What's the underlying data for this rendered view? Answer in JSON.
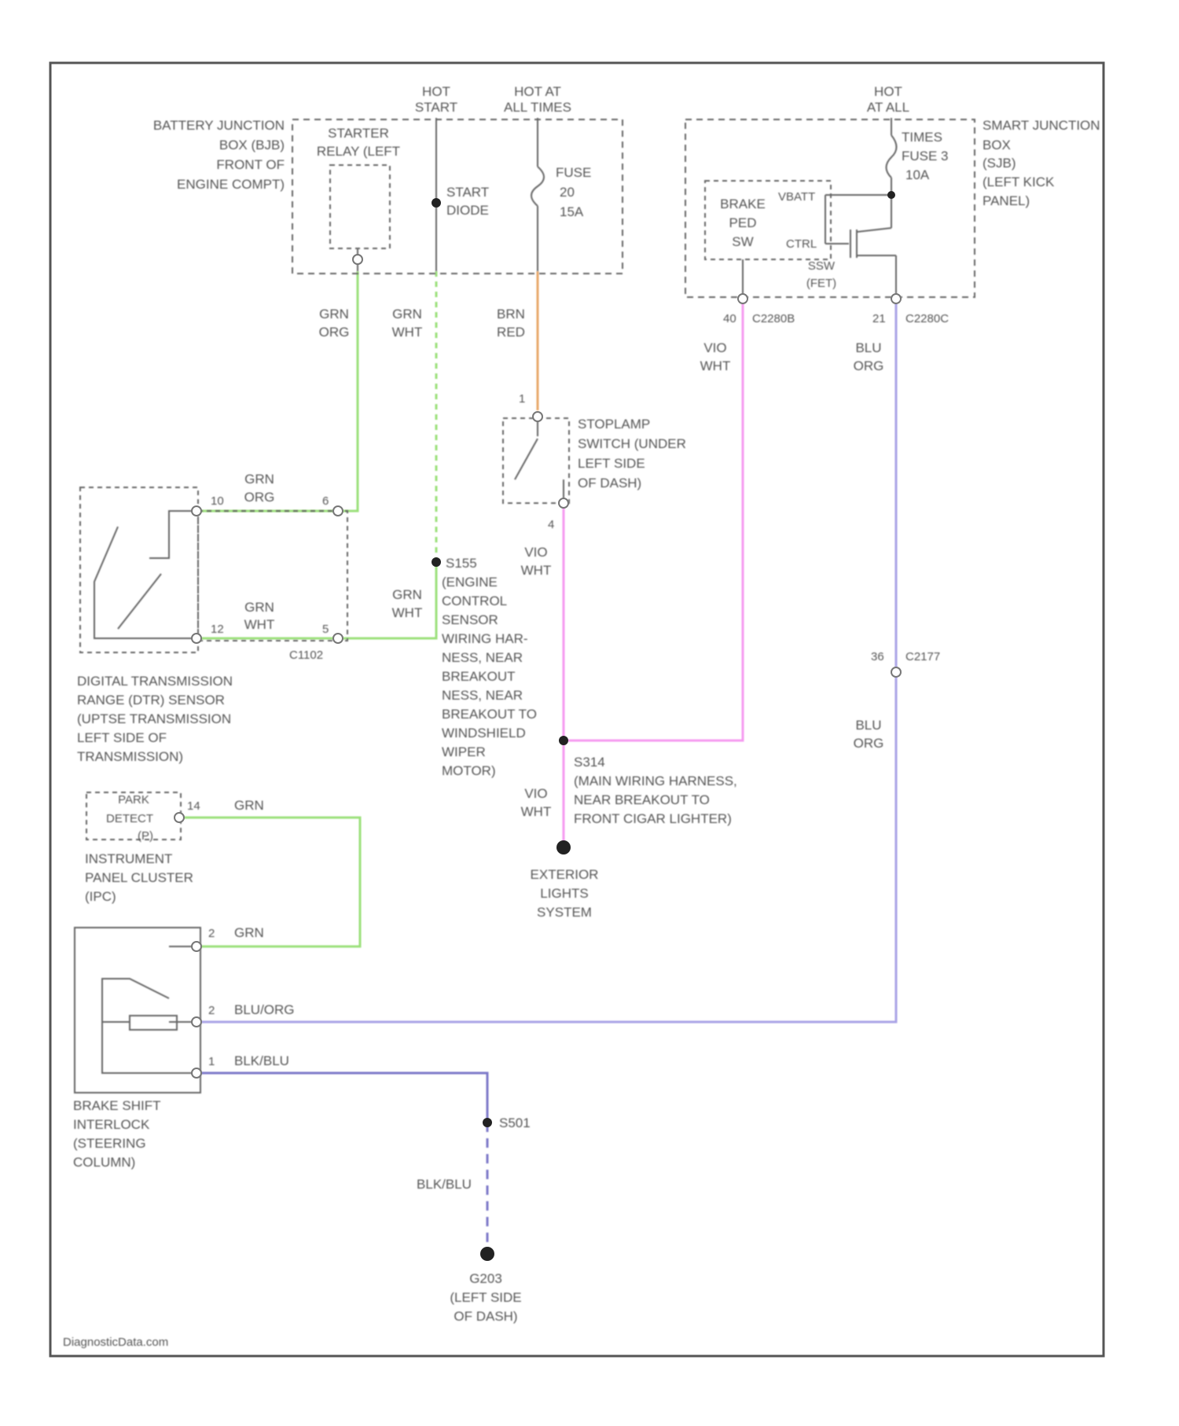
{
  "footer": "DiagnosticData.com",
  "power": {
    "hot_start": [
      "HOT",
      "START"
    ],
    "hot_all_times": [
      "HOT AT",
      "ALL TIMES"
    ],
    "hot_at_all": [
      "HOT",
      "AT ALL"
    ]
  },
  "battery_junction_box": [
    "BATTERY JUNCTION",
    "BOX (BJB)",
    "FRONT OF",
    "ENGINE COMPT)"
  ],
  "starter_relay": [
    "STARTER",
    "RELAY (LEFT"
  ],
  "start_diode": [
    "START",
    "DIODE"
  ],
  "fuse_left": [
    "FUSE",
    "20",
    "15A"
  ],
  "smart_junction_box": [
    "SMART JUNCTION",
    "BOX",
    "(SJB)",
    "(LEFT KICK",
    "PANEL)"
  ],
  "times_fuse": [
    "TIMES",
    "FUSE 3",
    "10A"
  ],
  "brake_pedal_sw": [
    "BRAKE",
    "PED",
    "SW"
  ],
  "sjb_internal": {
    "vbatt": "VBATT",
    "ctrl": "CTRL",
    "ssw": [
      "SSW",
      "(FET)"
    ]
  },
  "connectors": {
    "c2280b": [
      "40",
      "C2280B"
    ],
    "c2280c": [
      "21",
      "C2280C"
    ],
    "c1102": "C1102",
    "c2177": [
      "36",
      "C2177"
    ]
  },
  "pins": {
    "trs_top": "10",
    "trs_bot": "12",
    "trs_conn_top": "6",
    "trs_conn_bot": "5",
    "stoplamp_top": "1",
    "stoplamp_bot": "4",
    "ipc": "14",
    "bsi_1": "2",
    "bsi_2": "2",
    "bsi_3": "1"
  },
  "wires": {
    "grn_org_1": [
      "GRN",
      "ORG"
    ],
    "grn_wht_1": [
      "GRN",
      "WHT"
    ],
    "brn_red": [
      "BRN",
      "RED"
    ],
    "vio_wht_1": [
      "VIO",
      "WHT"
    ],
    "blu_org_1": [
      "BLU",
      "ORG"
    ],
    "grn_org_2": [
      "GRN",
      "ORG"
    ],
    "grn_wht_2": [
      "GRN",
      "WHT"
    ],
    "grn_wht_3": [
      "GRN",
      "WHT"
    ],
    "vio_wht_2": [
      "VIO",
      "WHT"
    ],
    "blu_org_2": [
      "BLU",
      "ORG"
    ],
    "vio_wht_3": [
      "VIO",
      "WHT"
    ],
    "grn_1": "GRN",
    "grn_2": "GRN",
    "blu_org_h": "BLU/ORG",
    "bk_blu_1": "BLK/BLU",
    "bk_blu_2": "BLK/BLU"
  },
  "stoplamp_switch": [
    "STOPLAMP",
    "SWITCH (UNDER",
    "LEFT SIDE",
    "OF DASH)"
  ],
  "splice_s155": [
    "S155",
    "(ENGINE",
    "CONTROL",
    "SENSOR",
    "WIRING HAR-",
    "NESS, NEAR",
    "BREAKOUT",
    "NESS, NEAR",
    "BREAKOUT TO",
    "WINDSHIELD",
    "WIPER",
    "MOTOR)"
  ],
  "trs_sensor": [
    "DIGITAL TRANSMISSION",
    "RANGE (DTR) SENSOR",
    "(UPTSE TRANSMISSION",
    "LEFT SIDE OF",
    "TRANSMISSION)"
  ],
  "splice_s314": [
    "S314",
    "(MAIN WIRING HARNESS,",
    "NEAR BREAKOUT TO",
    "FRONT CIGAR LIGHTER)"
  ],
  "exterior_lights": [
    "EXTERIOR",
    "LIGHTS",
    "SYSTEM"
  ],
  "ipc": {
    "box": [
      "PARK",
      "DETECT",
      "(P)"
    ],
    "label": [
      "INSTRUMENT",
      "PANEL CLUSTER",
      "(IPC)"
    ]
  },
  "bsi": [
    "BRAKE SHIFT",
    "INTERLOCK",
    "(STEERING",
    "COLUMN)"
  ],
  "splice_s501": "S501",
  "ground_g203": [
    "G203",
    "(LEFT SIDE",
    "OF DASH)"
  ],
  "colors": {
    "green": "#9be07a",
    "pink": "#f59af0",
    "purple": "#a9a3e6",
    "orange": "#e8a86a",
    "black": "#111111",
    "border": "#555555"
  }
}
